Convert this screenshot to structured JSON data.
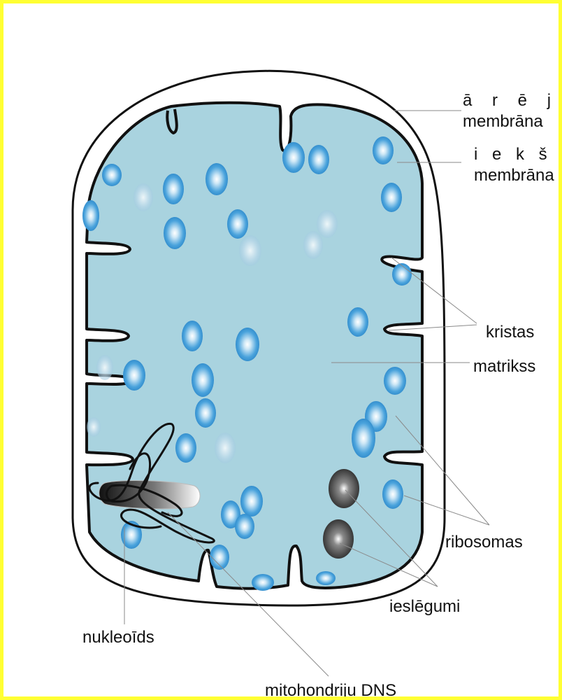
{
  "labels": {
    "outer_membrane_line1": "ā r ē j ā",
    "outer_membrane_line2": "membrāna",
    "inner_membrane_line1": "i e k š ē j ā",
    "inner_membrane_line2": "membrāna",
    "cristae": "kristas",
    "matrix": "matrikss",
    "ribosomes": "ribosomas",
    "inclusions": "ieslēgumi",
    "nucleoid": "nukleoīds",
    "mito_dna": "mitohondriju DNS"
  },
  "colors": {
    "frame": "#ffff33",
    "matrix_fill": "#a9d3df",
    "membrane_stroke": "#111111",
    "ribosome": "#3d97d6",
    "inclusion": "#555555",
    "leader_line": "#8a8a8a"
  }
}
